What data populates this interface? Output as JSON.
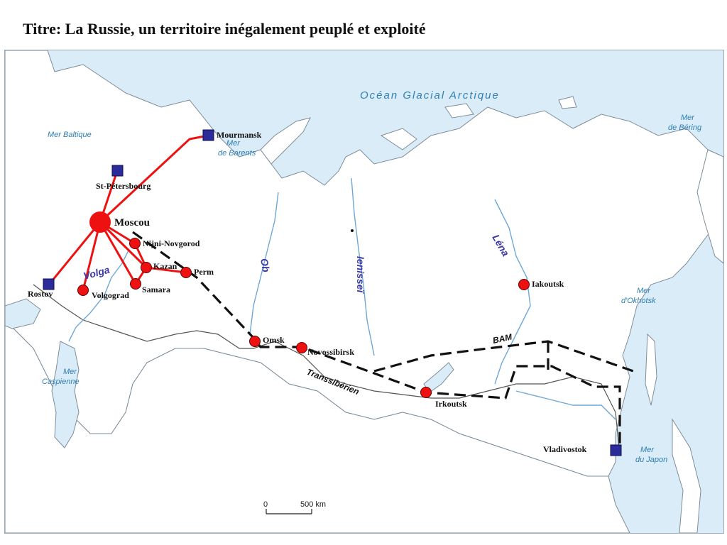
{
  "title": "Titre: La Russie, un territoire inégalement peuplé et exploité",
  "seas": {
    "arctic": "Océan Glacial Arctique",
    "baltic": "Mer Baltique",
    "barents_1": "Mer",
    "barents_2": "de Barents",
    "bering_1": "Mer",
    "bering_2": "de Béring",
    "okhotsk_1": "Mer",
    "okhotsk_2": "d'Okhotsk",
    "caspian_1": "Mer",
    "caspian_2": "Caspienne",
    "japan_1": "Mer",
    "japan_2": "du Japon"
  },
  "rivers": {
    "volga": "Volga",
    "ob": "Ob",
    "ienissei": "Ienisseï",
    "lena": "Léna"
  },
  "routes": {
    "bam": "BAM",
    "transsiberien": "Transsibérien"
  },
  "ports": [
    {
      "id": "mourmansk",
      "name": "Mourmansk"
    },
    {
      "id": "st-petersbourg",
      "name": "St-Pétersbourg"
    },
    {
      "id": "rostov",
      "name": "Rostov"
    },
    {
      "id": "vladivostok",
      "name": "Vladivostok"
    }
  ],
  "cities": [
    {
      "id": "moscou",
      "name": "Moscou"
    },
    {
      "id": "nijni",
      "name": "Nijni-Novgorod"
    },
    {
      "id": "kazan",
      "name": "Kazan"
    },
    {
      "id": "perm",
      "name": "Perm"
    },
    {
      "id": "samara",
      "name": "Samara"
    },
    {
      "id": "volgograd",
      "name": "Volgograd"
    },
    {
      "id": "omsk",
      "name": "Omsk"
    },
    {
      "id": "novossibirsk",
      "name": "Novossibirsk"
    },
    {
      "id": "irkoutsk",
      "name": "Irkoutsk"
    },
    {
      "id": "iakoutsk",
      "name": "Iakoutsk"
    }
  ],
  "scale": {
    "zero": "0",
    "distance": "500 km"
  },
  "colors": {
    "sea": "#d9ecf7",
    "land": "#ffffff",
    "border": "#555555",
    "river": "#6fa8d6",
    "network": "#ee1111",
    "city": "#ee1111",
    "port": "#2b2b9a",
    "rail": "#111111"
  }
}
